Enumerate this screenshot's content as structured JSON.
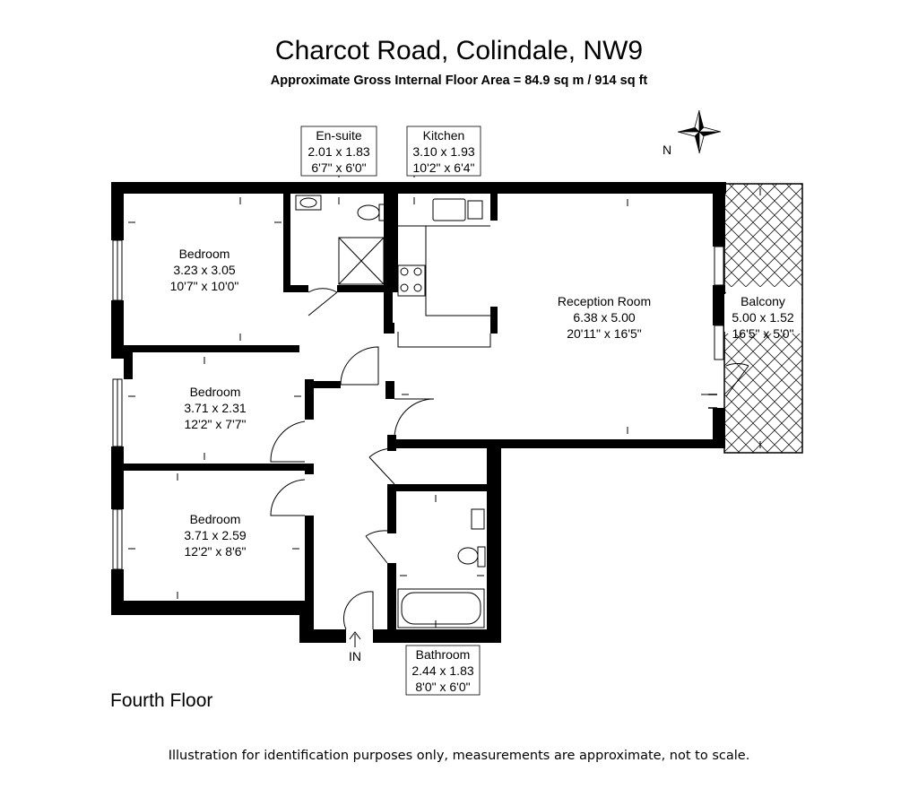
{
  "header": {
    "title": "Charcot Road, Colindale, NW9",
    "subtitle": "Approximate Gross Internal Floor Area = 84.9 sq m / 914 sq ft"
  },
  "compass": {
    "label": "N"
  },
  "rooms": {
    "bedroom_1": {
      "name": "Bedroom",
      "metric": "3.23 x 3.05",
      "imperial": "10'7\" x 10'0\""
    },
    "bedroom_2": {
      "name": "Bedroom",
      "metric": "3.71 x 2.31",
      "imperial": "12'2\" x 7'7\""
    },
    "bedroom_3": {
      "name": "Bedroom",
      "metric": "3.71 x 2.59",
      "imperial": "12'2\" x 8'6\""
    },
    "ensuite": {
      "name": "En-suite",
      "metric": "2.01 x 1.83",
      "imperial": "6'7\" x 6'0\""
    },
    "kitchen": {
      "name": "Kitchen",
      "metric": "3.10 x 1.93",
      "imperial": "10'2\" x 6'4\""
    },
    "reception": {
      "name": "Reception Room",
      "metric": "6.38 x 5.00",
      "imperial": "20'11\" x 16'5\""
    },
    "balcony": {
      "name": "Balcony",
      "metric": "5.00 x 1.52",
      "imperial": "16'5\" x 5'0\""
    },
    "bathroom": {
      "name": "Bathroom",
      "metric": "2.44 x 1.83",
      "imperial": "8'0\" x 6'0\""
    }
  },
  "entrance": {
    "label": "IN"
  },
  "floor": {
    "label": "Fourth Floor"
  },
  "footer": {
    "disclaimer": "Illustration for identification purposes only, measurements are approximate, not to scale."
  }
}
